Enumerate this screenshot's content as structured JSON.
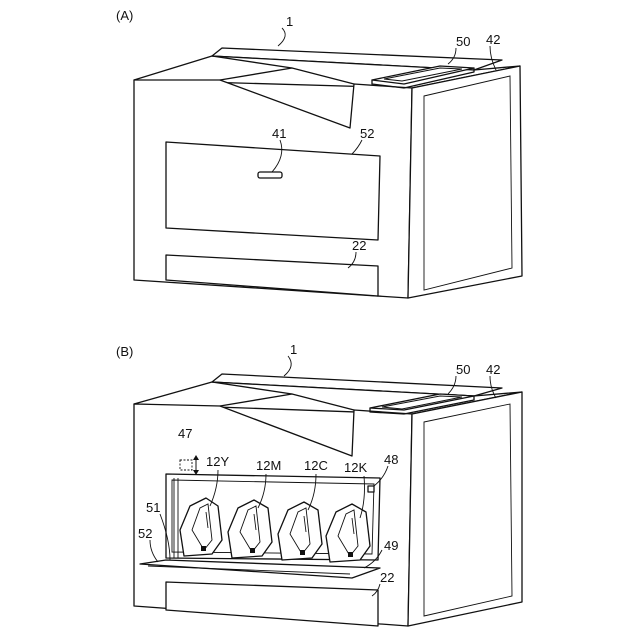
{
  "panel_a": {
    "panel_label": "(A)",
    "labels": {
      "printer": "1",
      "tray": "50",
      "side": "42",
      "handle": "41",
      "cover": "52",
      "drawer": "22"
    }
  },
  "panel_b": {
    "panel_label": "(B)",
    "labels": {
      "printer": "1",
      "tray": "50",
      "side": "42",
      "arrow": "47",
      "cart_y": "12Y",
      "cart_m": "12M",
      "cart_c": "12C",
      "cart_k": "12K",
      "sensor": "48",
      "rail": "51",
      "cover": "52",
      "lid": "49",
      "drawer": "22"
    }
  }
}
